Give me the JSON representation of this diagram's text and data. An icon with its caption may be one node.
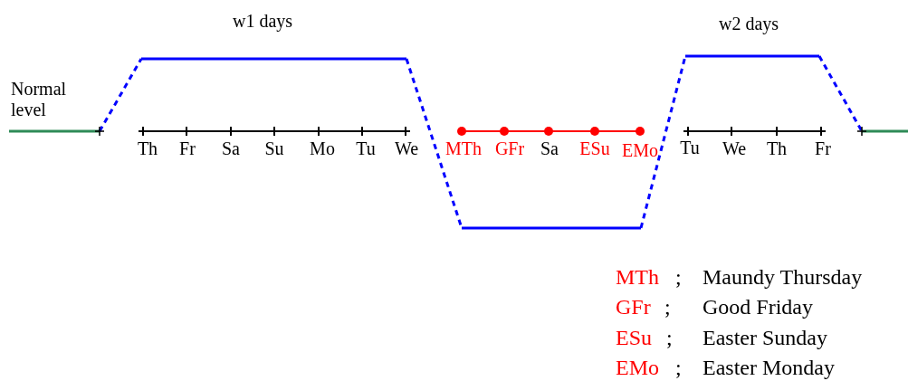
{
  "diagram": {
    "labels": [
      "w1 days",
      "w2 days",
      "Normal level",
      "Th",
      "Fr",
      "Sa",
      "Su",
      "Mo",
      "Tu",
      "We",
      "MTh",
      "GFr",
      "Sa",
      "ESu",
      "EMo",
      "Tu",
      "We",
      "Th",
      "Fr",
      "MTh",
      ";",
      "Maundy Thursday",
      "GFr",
      ";",
      "Good Friday",
      "ESu",
      ";",
      "Easter Sunday",
      "EMo",
      ";",
      "Easter Monday"
    ]
  }
}
